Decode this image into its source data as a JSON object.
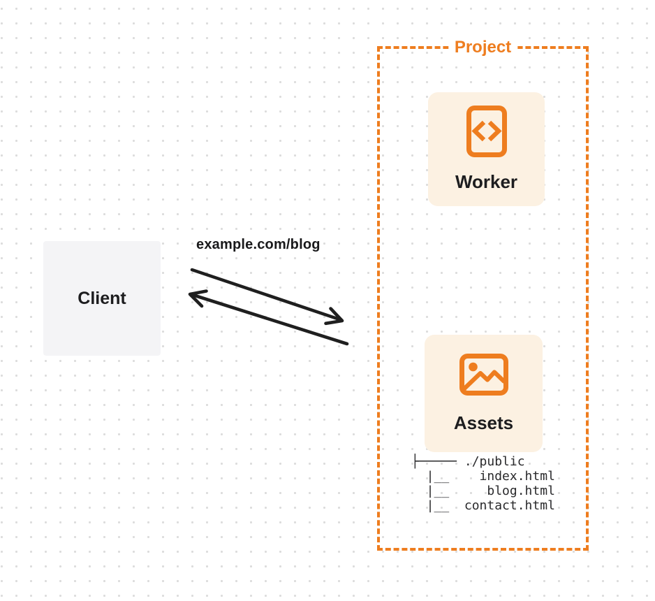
{
  "palette": {
    "accent_orange": "#ee7d1f",
    "card_cream": "#fcf1e2",
    "client_gray": "#f4f4f6",
    "ink": "#1f1f1f",
    "dot_gray": "#dcdcdc"
  },
  "client": {
    "label": "Client"
  },
  "request": {
    "label": "example.com/blog"
  },
  "project": {
    "label": "Project",
    "worker": {
      "label": "Worker",
      "icon": "code-file-icon"
    },
    "assets": {
      "label": "Assets",
      "icon": "image-icon",
      "file_tree": "├───── ./public\n  |__    index.html\n  |__     blog.html\n  |__  contact.html"
    }
  }
}
